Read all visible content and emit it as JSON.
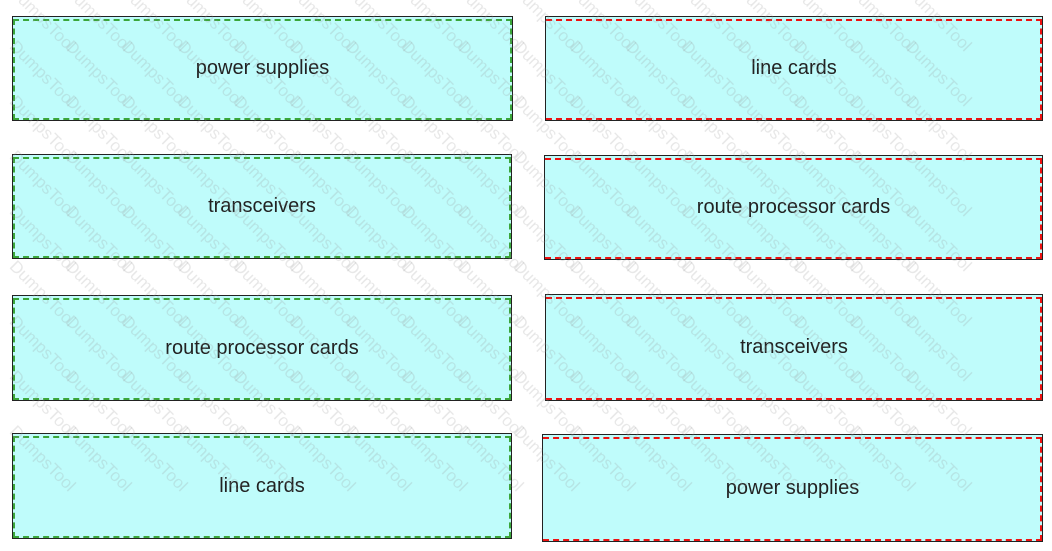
{
  "left_items": [
    {
      "label": "power supplies"
    },
    {
      "label": "transceivers"
    },
    {
      "label": "route processor cards"
    },
    {
      "label": "line cards"
    }
  ],
  "right_items": [
    {
      "label": "line cards"
    },
    {
      "label": "route processor cards"
    },
    {
      "label": "transceivers"
    },
    {
      "label": "power supplies"
    }
  ],
  "watermark": "DumpsTool",
  "colors": {
    "box_fill": "#bffcfb",
    "left_dash": "#3aa63a",
    "right_dash": "#ee1111"
  }
}
